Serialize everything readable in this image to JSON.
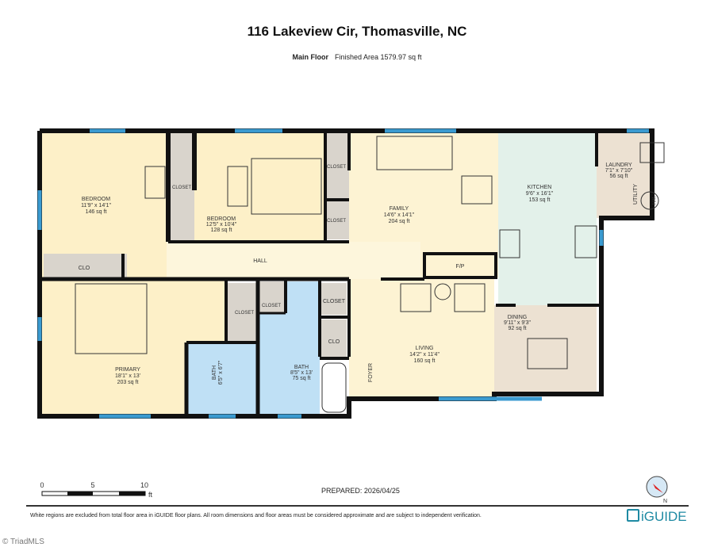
{
  "header": {
    "title": "116 Lakeview Cir, Thomasville, NC",
    "floor": "Main Floor",
    "finished_area": "Finished Area 1579.97 sq ft"
  },
  "rooms": {
    "bedroom1": {
      "name": "BEDROOM",
      "dims": "11'9\" x 14'1\"",
      "area": "146 sq ft"
    },
    "bedroom2": {
      "name": "BEDROOM",
      "dims": "12'5\" x 10'4\"",
      "area": "128 sq ft"
    },
    "family": {
      "name": "FAMILY",
      "dims": "14'6\" x 14'1\"",
      "area": "204 sq ft"
    },
    "kitchen": {
      "name": "KITCHEN",
      "dims": "9'6\" x 16'1\"",
      "area": "153 sq ft"
    },
    "laundry": {
      "name": "LAUNDRY",
      "dims": "7'1\" x 7'10\"",
      "area": "56 sq ft"
    },
    "primary": {
      "name": "PRIMARY",
      "dims": "18'1\" x 13'",
      "area": "203 sq ft"
    },
    "bath1": {
      "name": "BATH",
      "dims": "6'5\" x 6'7\""
    },
    "bath2": {
      "name": "BATH",
      "dims": "8'5\" x 13'",
      "area": "75 sq ft"
    },
    "living": {
      "name": "LIVING",
      "dims": "14'2\" x 11'4\"",
      "area": "160 sq ft"
    },
    "dining": {
      "name": "DINING",
      "dims": "9'11\" x 9'3\"",
      "area": "92 sq ft"
    }
  },
  "labels": {
    "closet": "CLOSET",
    "clo": "CLO",
    "hall": "HALL",
    "fp": "F/P",
    "utility": "UTILITY",
    "foyer": "FOYER",
    "wh": "WH"
  },
  "scale": {
    "ticks": [
      "0",
      "5",
      "10"
    ],
    "unit": "ft"
  },
  "footer": {
    "prepared": "PREPARED: 2026/04/25",
    "disclaimer": "White regions are excluded from total floor area in iGUIDE floor plans. All room dimensions and floor areas must be considered approximate and are subject to independent verification.",
    "logo": "iGUIDE",
    "copyright": "© TriadMLS",
    "compass_label": "N"
  },
  "colors": {
    "wall": "#111111",
    "window": "#3a9ad0",
    "bedroom": "#fdf0c8",
    "hall": "#fdf6dc",
    "kitchen": "#e3f1ea",
    "laundry_dining": "#ece1d2",
    "bath": "#bfe0f5",
    "closet": "#d9d4cc",
    "brand": "#1e8aa3"
  }
}
